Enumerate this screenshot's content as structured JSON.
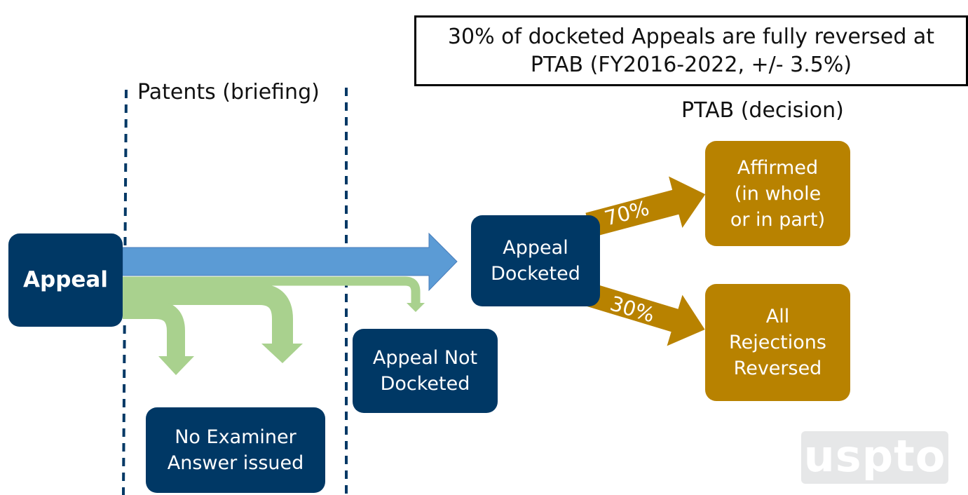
{
  "headline": "30% of docketed Appeals are fully reversed at\nPTAB (FY2016-2022,  +/- 3.5%)",
  "labels": {
    "patents": "Patents (briefing)",
    "ptab": "PTAB (decision)"
  },
  "boxes": {
    "appeal": "Appeal",
    "docketed": "Appeal\nDocketed",
    "not_docketed": "Appeal Not\nDocketed",
    "no_answer": "No Examiner\nAnswer issued",
    "affirmed": "Affirmed\n(in whole\nor in part)",
    "reversed": "All\nRejections\nReversed"
  },
  "percentages": {
    "affirmed": "70%",
    "reversed": "30%"
  },
  "logo": "uspto",
  "colors": {
    "navy": "#003865",
    "gold": "#B88200",
    "blue_arrow": "#5B9BD5",
    "green_arrow": "#A9D18E"
  }
}
